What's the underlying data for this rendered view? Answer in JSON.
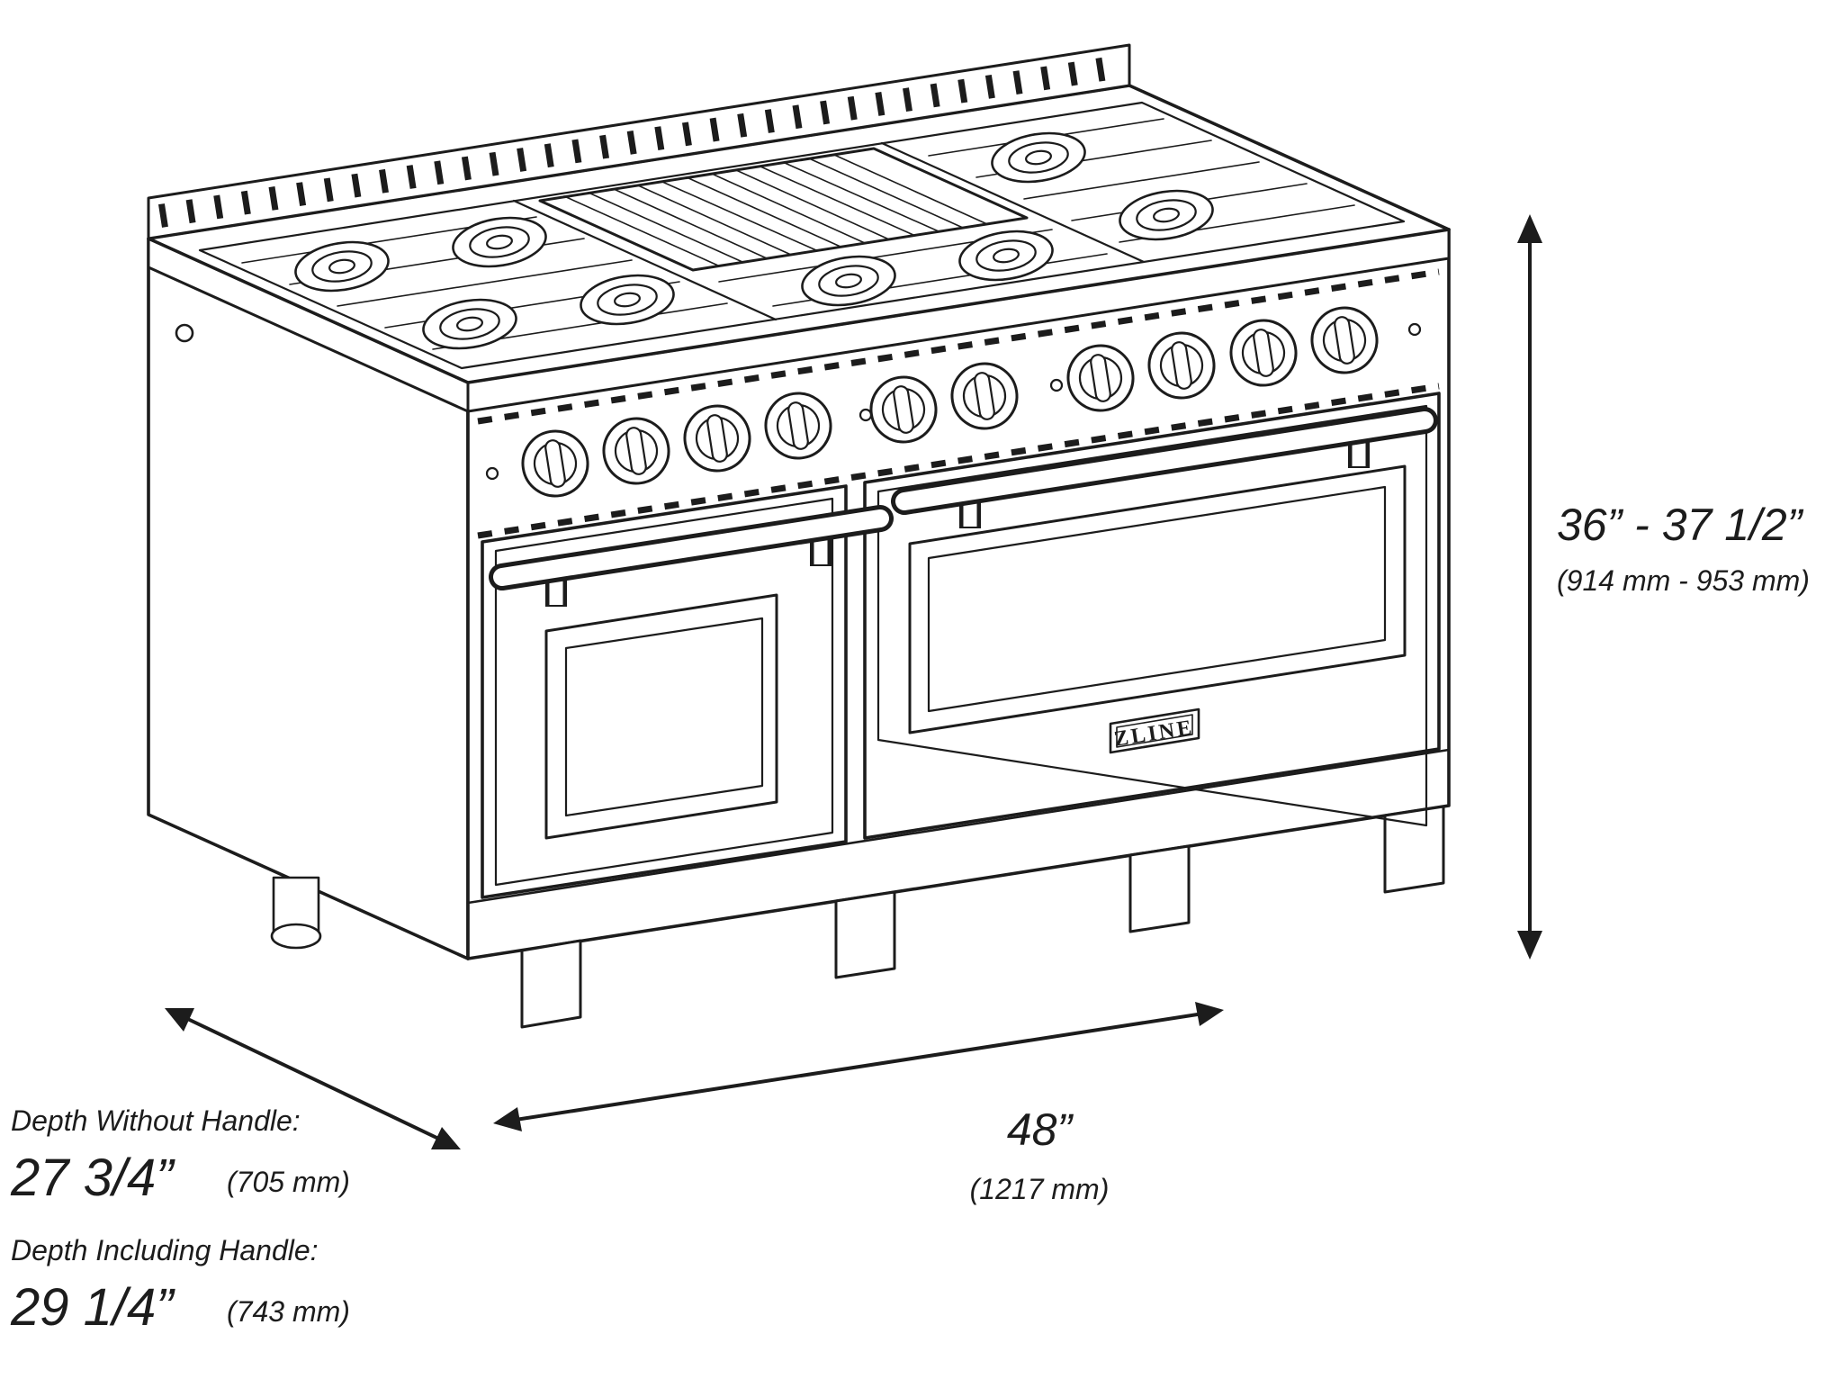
{
  "brand": {
    "logo_text": "ZLINE"
  },
  "dimensions": {
    "height": {
      "value": "36” - 37 1/2”",
      "metric": "(914 mm - 953 mm)"
    },
    "width": {
      "value": "48”",
      "metric": "(1217 mm)"
    },
    "depth_without_handle": {
      "label": "Depth Without Handle:",
      "value": "27 3/4”",
      "metric": "(705 mm)"
    },
    "depth_including_handle": {
      "label": "Depth Including Handle:",
      "value": "29 1/4”",
      "metric": "(743 mm)"
    }
  },
  "colors": {
    "line": "#1c1c1c",
    "background": "#ffffff"
  }
}
